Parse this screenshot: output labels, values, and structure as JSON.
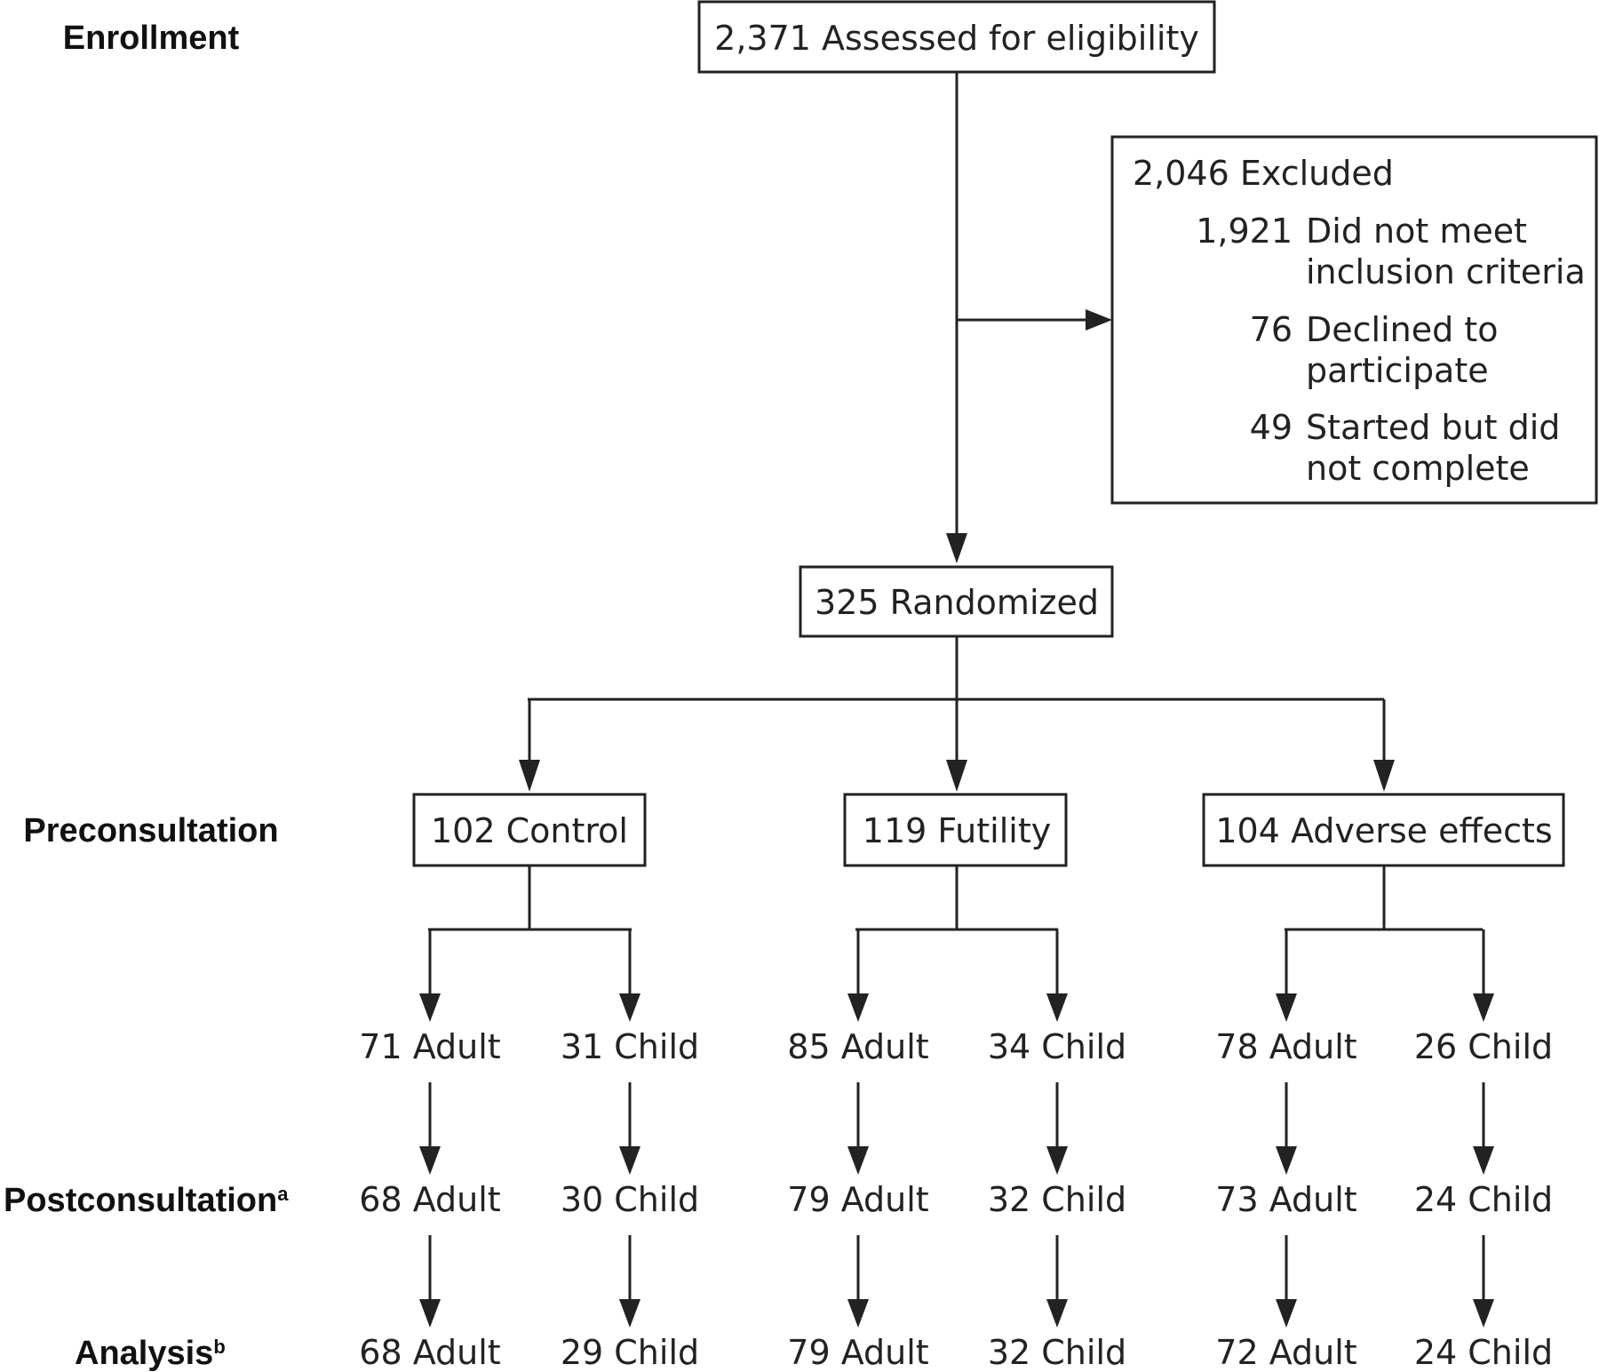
{
  "stages": {
    "enrollment": "Enrollment",
    "preconsultation": "Preconsultation",
    "postconsultation": "Postconsultation",
    "postconsultation_sup": "a",
    "analysis": "Analysis",
    "analysis_sup": "b"
  },
  "assessed": "2,371 Assessed for eligibility",
  "excluded": {
    "title": "2,046 Excluded",
    "reasons": [
      {
        "count": "1,921",
        "line1": "Did not meet",
        "line2": "inclusion criteria"
      },
      {
        "count": "76",
        "line1": "Declined to",
        "line2": "participate"
      },
      {
        "count": "49",
        "line1": "Started but did",
        "line2": "not complete"
      }
    ]
  },
  "randomized": "325 Randomized",
  "arms": [
    {
      "label": "102 Control",
      "pre": [
        "71 Adult",
        "31 Child"
      ],
      "post": [
        "68 Adult",
        "30 Child"
      ],
      "analysis": [
        "68 Adult",
        "29 Child"
      ]
    },
    {
      "label": "119 Futility",
      "pre": [
        "85 Adult",
        "34 Child"
      ],
      "post": [
        "79 Adult",
        "32 Child"
      ],
      "analysis": [
        "79 Adult",
        "32 Child"
      ]
    },
    {
      "label": "104 Adverse effects",
      "pre": [
        "78 Adult",
        "26 Child"
      ],
      "post": [
        "73 Adult",
        "24 Child"
      ],
      "analysis": [
        "72 Adult",
        "24 Child"
      ]
    }
  ]
}
